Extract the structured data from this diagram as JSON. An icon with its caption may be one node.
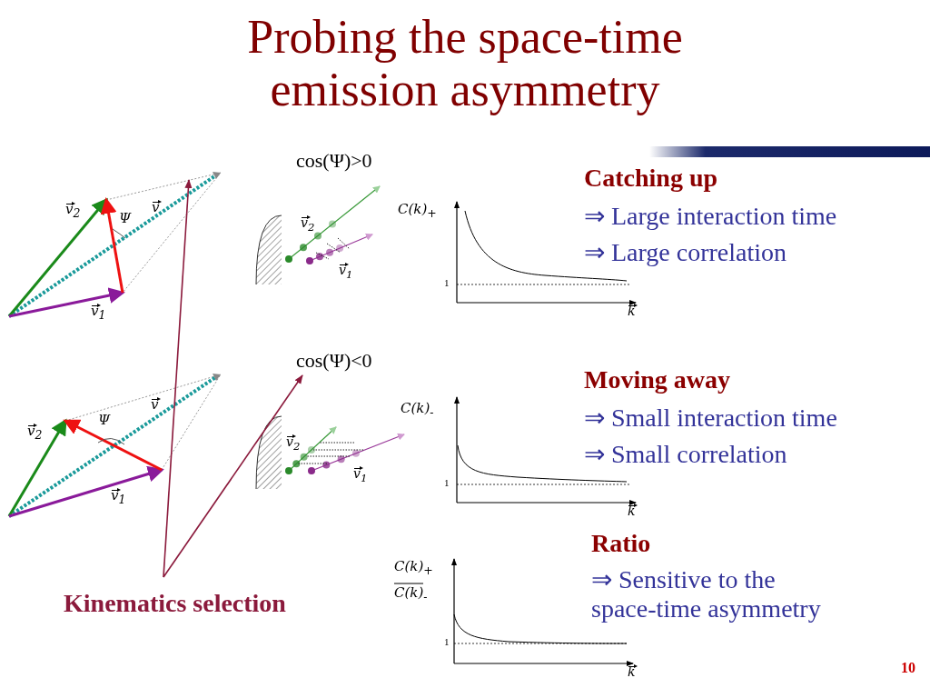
{
  "diagram": {
    "title": "Probing the space-time emission asymmetry",
    "nodes": [
      {
        "text": [
          "Kinematics selection"
        ]
      },
      {
        "text": [
          "cos(Ψ)>0"
        ]
      },
      {
        "text": [
          "cos(Ψ)<0"
        ]
      }
    ],
    "edges": [
      {
        "from": 0,
        "to": 1,
        "arrow": "to",
        "color": "#8b1a3c"
      },
      {
        "from": 0,
        "to": 2,
        "arrow": "to",
        "color": "#8b1a3c"
      }
    ],
    "labels": [
      "v$_{2}$",
      "Ψ",
      "v",
      "v$_{1}$",
      "v$_{2}$",
      "v$_{1}$",
      "C(k)$_{+}$",
      "1",
      "k",
      "Catching up",
      "⇒ Large interaction time",
      "⇒ Large correlation",
      "v$_{2}$",
      "Ψ",
      "v",
      "v$_{1}$",
      "v$_{2}$",
      "v$_{1}$",
      "C(k)$_{-}$",
      "1",
      "k",
      "Moving away",
      "⇒ Small interaction time",
      "⇒ Small correlation",
      "Ratio",
      "⇒ Sensitive to the space-time asymmetry",
      "C(k)$_{+}$",
      "C(k)$_{-}$",
      "1",
      "k",
      "10"
    ]
  }
}
